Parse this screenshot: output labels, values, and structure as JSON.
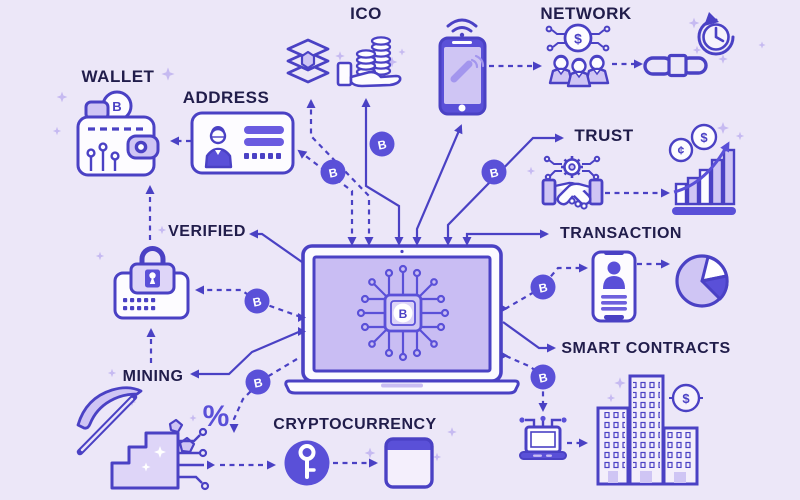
{
  "title": "Blockchain and cryptocurrency concept infographic",
  "palette": {
    "background": "#ece7f8",
    "outline_ink": "#4a41c4",
    "solid_indigo": "#5a50d8",
    "light_purple": "#cfc5f4",
    "pale_fill": "#fdfcff",
    "sparkle": "#c6baf1",
    "label_text": "#211d4b"
  },
  "labels": {
    "wallet": "WALLET",
    "address": "ADDRESS",
    "ico": "ICO",
    "network": "NETWORK",
    "trust": "TRUST",
    "verified": "VERIFIED",
    "transaction": "TRANSACTION",
    "smart_contracts": "SMART CONTRACTS",
    "mining": "MINING",
    "cryptocurrency": "CRYPTOCURRENCY"
  },
  "symbols": {
    "bitcoin": "B",
    "dollar": "$",
    "cent": "¢",
    "percent": "%"
  },
  "nodes": [
    {
      "id": "wallet",
      "label": "WALLET",
      "icon": "wallet-with-bitcoin-coin"
    },
    {
      "id": "address",
      "label": "ADDRESS",
      "icon": "id-card"
    },
    {
      "id": "ico",
      "label": "ICO",
      "icon": "hand-holding-coin-stacks"
    },
    {
      "id": "network",
      "label": "NETWORK",
      "icon": "people-group-with-dollar-node"
    },
    {
      "id": "trust",
      "label": "TRUST",
      "icon": "handshake-with-gear"
    },
    {
      "id": "verified",
      "label": "VERIFIED",
      "icon": "padlock-card"
    },
    {
      "id": "transaction",
      "label": "TRANSACTION",
      "icon": "phone-profile-and-pie-chart"
    },
    {
      "id": "smart_contracts",
      "label": "SMART CONTRACTS",
      "icon": "office-buildings-with-dollar-coin"
    },
    {
      "id": "mining",
      "label": "MINING",
      "icon": "pickaxe-rocks-and-stair-blocks"
    },
    {
      "id": "cryptocurrency",
      "label": "CRYPTOCURRENCY",
      "icon": "key-badge-and-browser-window"
    },
    {
      "id": "hub",
      "label": "",
      "icon": "laptop-with-cpu-chip-bitcoin"
    }
  ],
  "connections": [
    {
      "from": "hub",
      "to": "address",
      "style": "dashed"
    },
    {
      "from": "address",
      "to": "wallet",
      "style": "dashed"
    },
    {
      "from": "hub",
      "to": "ico",
      "style": "mixed"
    },
    {
      "from": "hub",
      "to": "network_phone",
      "style": "solid"
    },
    {
      "from": "network_phone",
      "to": "network_people",
      "style": "dashed"
    },
    {
      "from": "network_people",
      "to": "chain",
      "style": "dashed"
    },
    {
      "from": "hub",
      "to": "trust",
      "style": "solid"
    },
    {
      "from": "trust_handshake",
      "to": "growth_chart",
      "style": "dashed"
    },
    {
      "from": "hub",
      "to": "transaction",
      "style": "solid"
    },
    {
      "from": "hub",
      "to": "transaction_phone",
      "style": "dashed"
    },
    {
      "from": "transaction_phone",
      "to": "pie_chart",
      "style": "dashed"
    },
    {
      "from": "hub",
      "to": "smart_contracts",
      "style": "solid"
    },
    {
      "from": "hub",
      "to": "mini_laptop",
      "style": "dashed"
    },
    {
      "from": "mini_laptop",
      "to": "buildings",
      "style": "dashed"
    },
    {
      "from": "hub",
      "to": "verified",
      "style": "solid"
    },
    {
      "from": "hub",
      "to": "padlock_card",
      "style": "dashed"
    },
    {
      "from": "verified",
      "to": "wallet",
      "style": "dashed"
    },
    {
      "from": "mining",
      "to": "padlock_card",
      "style": "dashed"
    },
    {
      "from": "hub",
      "to": "mining",
      "style": "solid"
    },
    {
      "from": "hub",
      "to": "mining_blocks",
      "style": "dashed"
    },
    {
      "from": "mining_blocks",
      "to": "cryptocurrency_key",
      "style": "dashed"
    },
    {
      "from": "cryptocurrency_key",
      "to": "browser_window",
      "style": "dashed"
    }
  ]
}
